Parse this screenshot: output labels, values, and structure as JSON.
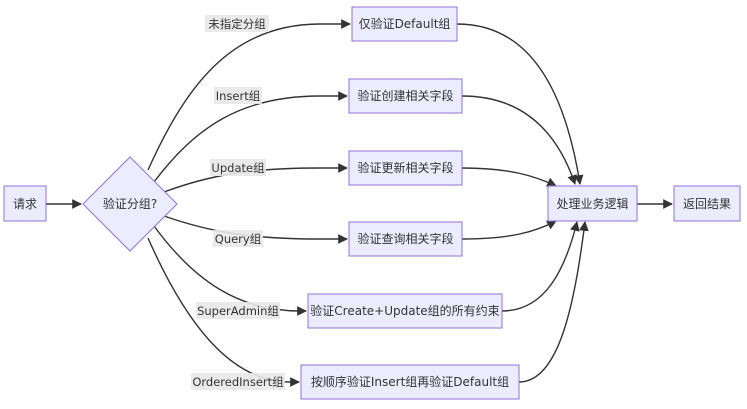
{
  "nodes": {
    "request": "请求",
    "decision": "验证分组?",
    "default_only": "仅验证Default组",
    "insert_fields": "验证创建相关字段",
    "update_fields": "验证更新相关字段",
    "query_fields": "验证查询相关字段",
    "superadmin_fields": "验证Create+Update组的所有约束",
    "ordered_fields": "按顺序验证Insert组再验证Default组",
    "business_logic": "处理业务逻辑",
    "return_result": "返回结果"
  },
  "edge_labels": {
    "unspecified": "未指定分组",
    "insert": "Insert组",
    "update": "Update组",
    "query": "Query组",
    "superadmin": "SuperAdmin组",
    "ordered_insert": "OrderedInsert组"
  },
  "colors": {
    "node_fill": "#ECECFF",
    "node_stroke": "#9370DB",
    "edge": "#333333",
    "label_bg": "#e8e8e8"
  }
}
